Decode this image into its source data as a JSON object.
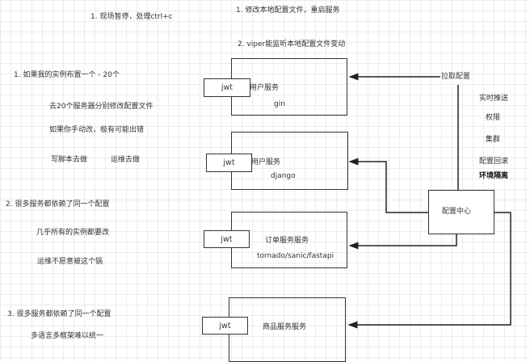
{
  "notes_top": {
    "pause": "1. 现场暂停，处理ctrl+c",
    "modify": "1. 修改本地配置文件，重启服务",
    "viper": "2. viper能监听本地配置文件变动"
  },
  "left_notes": {
    "p1": "1. 如果我的实例布置一个 - 20个",
    "p1a": "去20个服务器分别修改配置文件",
    "p1b": "如果你手动改，极有可能出错",
    "p1c": "写脚本去做",
    "p1d": "运维去做",
    "p2": "2. 很多服务都依赖了同一个配置",
    "p2a": "几乎所有的实例都要改",
    "p2b": "运维不愿意被这个锅",
    "p3": "3. 很多服务都依赖了同一个配置",
    "p3a": "多语言多框架难以统一"
  },
  "services": [
    {
      "name": "用户服务",
      "framework": "gin",
      "jwt": "jwt"
    },
    {
      "name": "用户服务",
      "framework": "django",
      "jwt": "jwt"
    },
    {
      "name": "订单服务服务",
      "framework": "tornado/sanic/fastapi",
      "jwt": "jwt"
    },
    {
      "name": "商品服务服务",
      "jwt": "jwt"
    }
  ],
  "config_center": {
    "label": "配置中心",
    "pull": "拉取配置"
  },
  "features": [
    "实时推送",
    "权限",
    "集群",
    "配置回滚",
    "环境隔离"
  ]
}
